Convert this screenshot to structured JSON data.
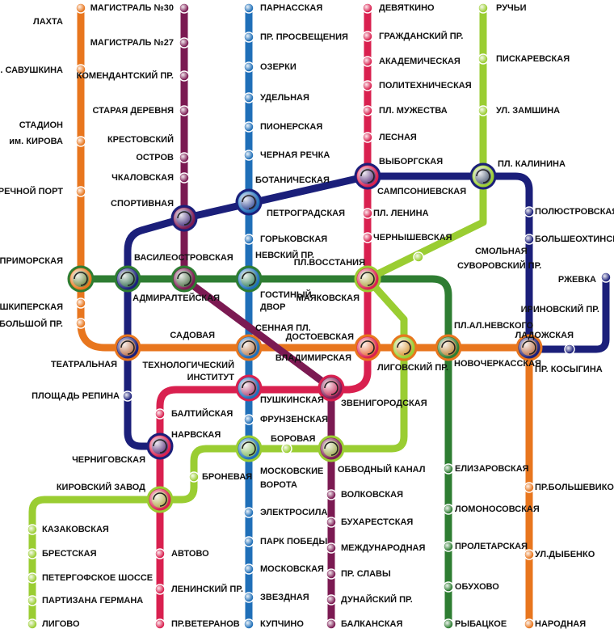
{
  "lines": [
    {
      "id": "l1",
      "color": "#d9204f"
    },
    {
      "id": "l2",
      "color": "#1f6fb8"
    },
    {
      "id": "l3",
      "color": "#2e7d32"
    },
    {
      "id": "l4",
      "color": "#e8761e"
    },
    {
      "id": "l5",
      "color": "#7b1a52"
    },
    {
      "id": "l6",
      "color": "#9acd32"
    },
    {
      "id": "l7",
      "color": "#1b1f7a"
    }
  ],
  "stations": {
    "l4": [
      "ЛАХТА",
      "УЛ. САВУШКИНА",
      "СТАДИОН",
      "им. КИРОВА",
      "РЕЧНОЙ ПОРТ",
      "ПРИМОРСКАЯ",
      "ШКИПЕРСКАЯ",
      "БОЛЬШОЙ ПР.",
      "ТЕАТРАЛЬНАЯ",
      "САДОВАЯ",
      "ДОСТОЕВСКАЯ",
      "ЛИГОВСКИЙ ПР.",
      "НОВОЧЕРКАССКАЯ",
      "ПР. КОСЫГИНА",
      "ПР.БОЛЬШЕВИКОВ",
      "УЛ.ДЫБЕНКО",
      "НАРОДНАЯ"
    ],
    "l5": [
      "МАГИСТРАЛЬ №30",
      "МАГИСТРАЛЬ №27",
      "КОМЕНДАНТСКИЙ ПР.",
      "СТАРАЯ ДЕРЕВНЯ",
      "КРЕСТОВСКИЙ",
      "ОСТРОВ",
      "ЧКАЛОВСКАЯ",
      "СПОРТИВНАЯ",
      "АДМИРАЛТЕЙСКАЯ",
      "ВЛАДИМИРСКАЯ",
      "ЗВЕНИГОРОДСКАЯ",
      "ВОЛКОВСКАЯ",
      "БУХАРЕСТСКАЯ",
      "МЕЖДУНАРОДНАЯ",
      "ПР. СЛАВЫ",
      "ДУНАЙСКИЙ ПР.",
      "БАЛКАНСКАЯ"
    ],
    "l2": [
      "ПАРНАССКАЯ",
      "ПР. ПРОСВЕЩЕНИЯ",
      "ОЗЕРКИ",
      "УДЕЛЬНАЯ",
      "ПИОНЕРСКАЯ",
      "ЧЕРНАЯ РЕЧКА",
      "ПЕТРОГРАДСКАЯ",
      "ГОРЬКОВСКАЯ",
      "НЕВСКИЙ ПР.",
      "ГОСТИНЫЙ",
      "ДВОР",
      "СЕННАЯ ПЛ.",
      "ТЕХНОЛОГИЧЕСКИЙ",
      "ИНСТИТУТ",
      "ФРУНЗЕНСКАЯ",
      "МОСКОВСКИЕ",
      "ВОРОТА",
      "ЭЛЕКТРОСИЛА",
      "ПАРК ПОБЕДЫ",
      "МОСКОВСКАЯ",
      "ЗВЕЗДНАЯ",
      "КУПЧИНО"
    ],
    "l1": [
      "ДЕВЯТКИНО",
      "ГРАЖДАНСКИЙ ПР.",
      "АКАДЕМИЧЕСКАЯ",
      "ПОЛИТЕХНИЧЕСКАЯ",
      "ПЛ. МУЖЕСТВА",
      "ЛЕСНАЯ",
      "ВЫБОРГСКАЯ",
      "ПЛ. ЛЕНИНА",
      "ЧЕРНЫШЕВСКАЯ",
      "ПЛ.ВОССТАНИЯ",
      "ПУШКИНСКАЯ",
      "БАЛТИЙСКАЯ",
      "НАРВСКАЯ",
      "КИРОВСКИЙ ЗАВОД",
      "АВТОВО",
      "ЛЕНИНСКИЙ ПР.",
      "ПР.ВЕТЕРАНОВ"
    ],
    "l6": [
      "РУЧЬИ",
      "ПИСКАРЕВСКАЯ",
      "УЛ. ЗАМШИНА",
      "СМОЛЬНАЯ",
      "СУВОРОВСКИЙ ПР.",
      "МАЯКОВСКАЯ",
      "ОБВОДНЫЙ КАНАЛ",
      "БОРОВАЯ",
      "БРОНЕВАЯ",
      "КАЗАКОВСКАЯ",
      "БРЕСТСКАЯ",
      "ПЕТЕРГОФСКОЕ ШОССЕ",
      "ПАРТИЗАНА ГЕРМАНА",
      "ЛИГОВО"
    ],
    "l7": [
      "САМПСОНИЕВСКАЯ",
      "ПЛ. КАЛИНИНА",
      "ПОЛЮСТРОВСКАЯ",
      "БОЛЬШЕОХТИНСКАЯ",
      "РЖЕВКА",
      "ИРИНОВСКИЙ ПР.",
      "ЛАДОЖСКАЯ",
      "ВАСИЛЕОСТРОВСКАЯ",
      "ПЛОЩАДЬ РЕПИНА",
      "ЧЕРНИГОВСКАЯ"
    ],
    "l3": [
      "ПЛ.АЛ.НЕВСКОГО",
      "ЕЛИЗАРОВСКАЯ",
      "ЛОМОНОСОВСКАЯ",
      "ПРОЛЕТАРСКАЯ",
      "ОБУХОВО",
      "РЫБАЦКОЕ"
    ],
    "other": [
      "БОТАНИЧЕСКАЯ"
    ]
  }
}
